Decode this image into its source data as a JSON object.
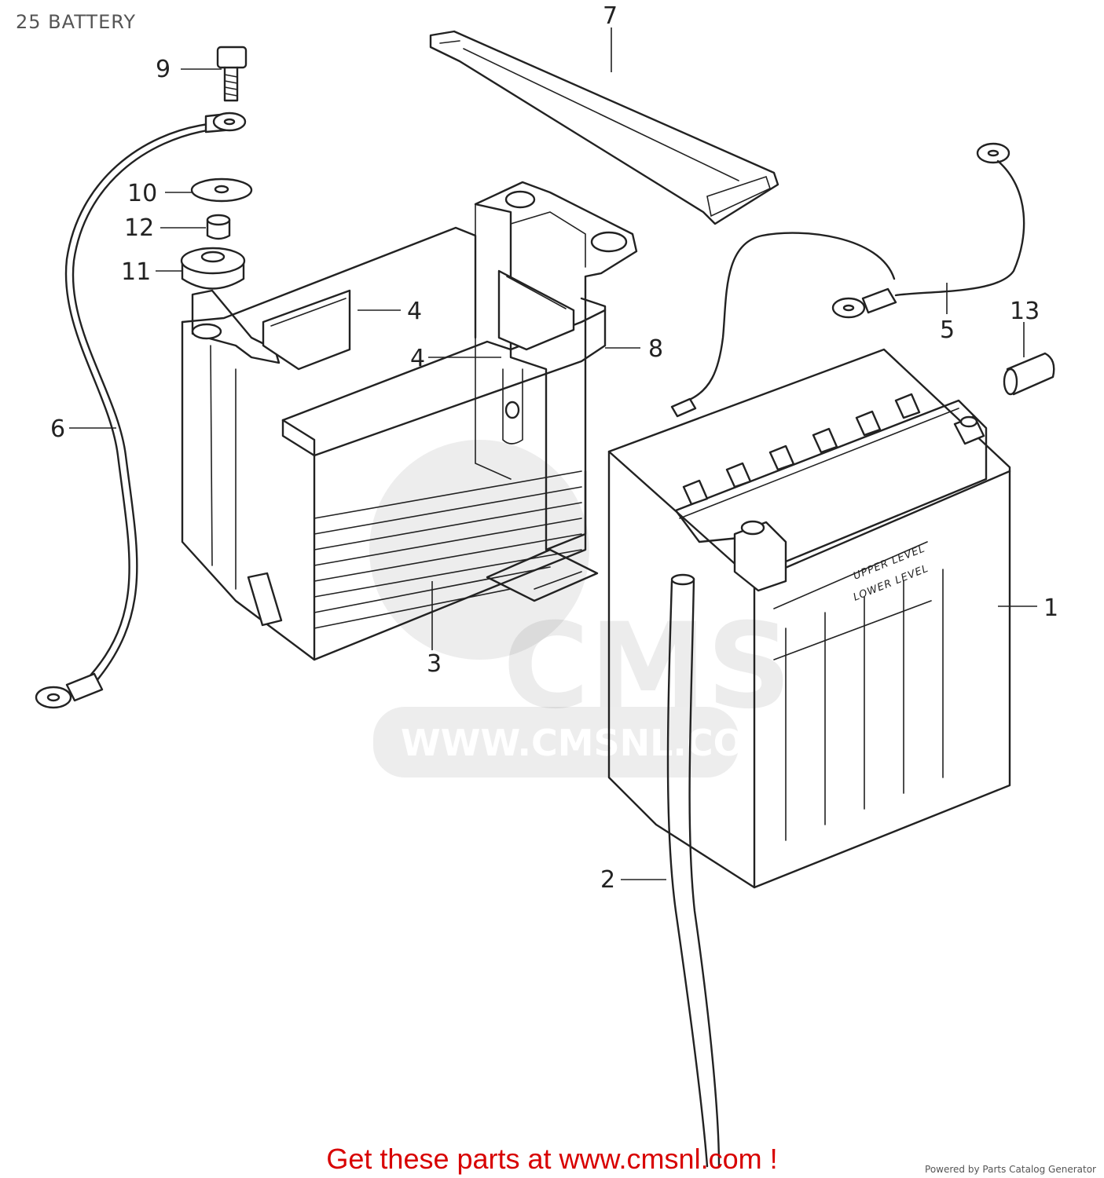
{
  "title": "25 BATTERY",
  "callouts": [
    "1",
    "2",
    "3",
    "4",
    "4",
    "5",
    "6",
    "7",
    "8",
    "9",
    "10",
    "11",
    "12",
    "13"
  ],
  "battery_labels": {
    "upper": "UPPER LEVEL",
    "lower": "LOWER LEVEL"
  },
  "watermark": {
    "logo": "CMS",
    "url": "WWW.CMSNL.COM"
  },
  "cta": "Get these parts at www.cmsnl.com !",
  "credit": "Powered by Parts Catalog Generator",
  "colors": {
    "cta": "#d80000",
    "line": "#222222"
  }
}
